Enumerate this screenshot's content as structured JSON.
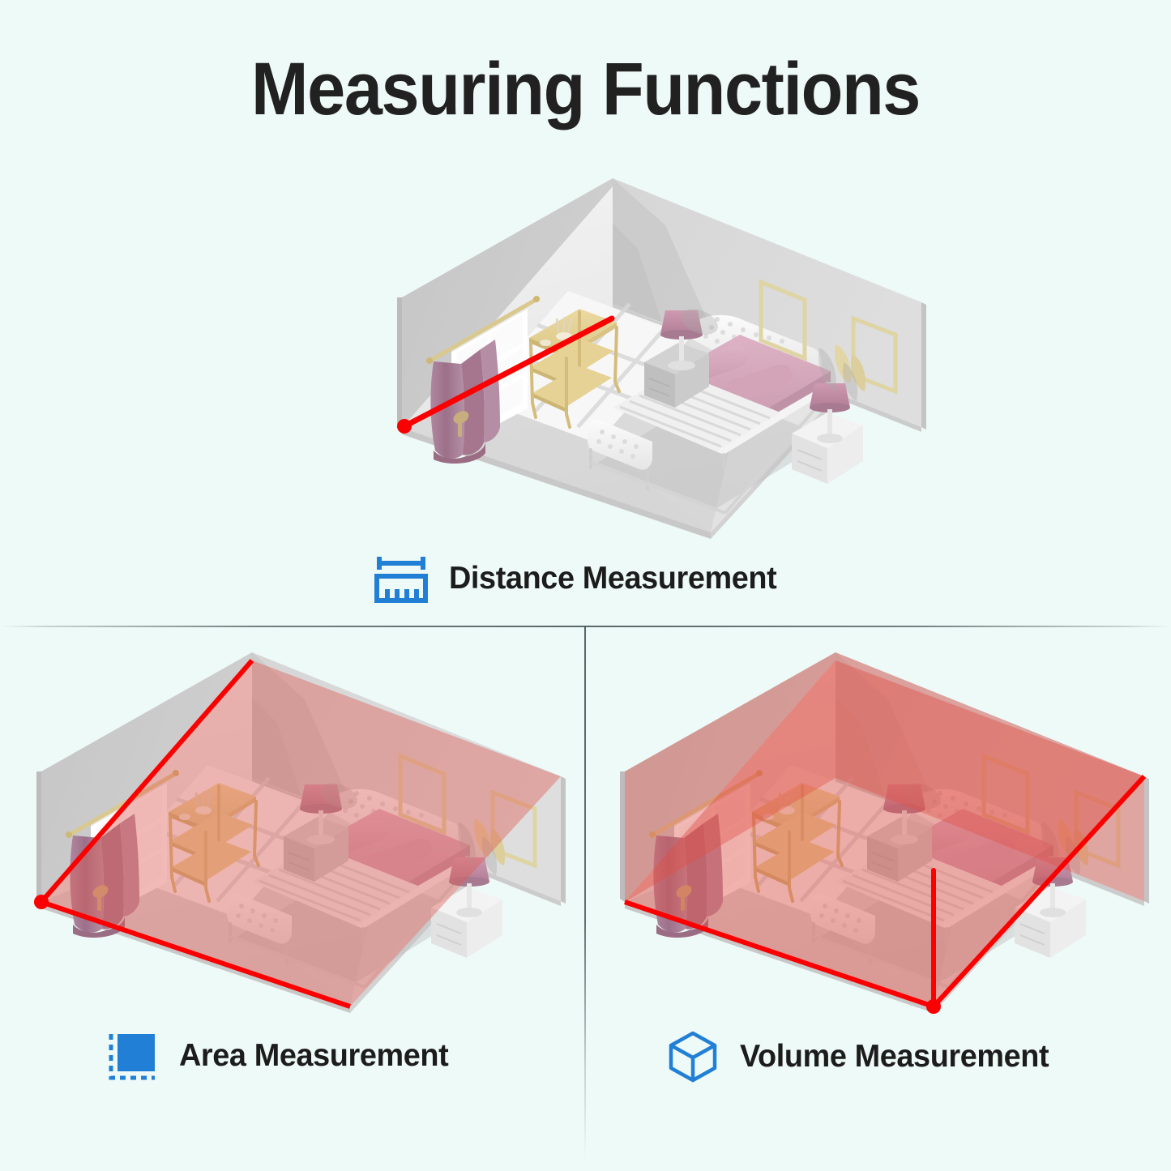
{
  "page": {
    "title": "Measuring Functions",
    "background_color": "#eefaf7",
    "accent_blue": "#2180d6",
    "laser_red": "#fa0000",
    "title_color": "#212121"
  },
  "panels": [
    {
      "id": "distance",
      "caption": "Distance Measurement",
      "icon_name": "ruler-icon",
      "icon_color": "#2180d6",
      "overlay": "none",
      "measure_line": "diagonal-floor-line",
      "marker_color": "#fa0000"
    },
    {
      "id": "area",
      "caption": "Area Measurement",
      "icon_name": "dashed-square-icon",
      "icon_color": "#2180d6",
      "overlay": "floor-tint",
      "overlay_color": "#e8837d",
      "measure_line": "floor-outline",
      "marker_color": "#fa0000"
    },
    {
      "id": "volume",
      "caption": "Volume Measurement",
      "icon_name": "cube-icon",
      "icon_color": "#2180d6",
      "overlay": "room-tint",
      "overlay_color": "#e8736d",
      "measure_line": "floor-outline-plus-height",
      "marker_color": "#fa0000"
    }
  ],
  "room": {
    "name": "isometric-bedroom",
    "objects": [
      "window",
      "curtain",
      "curtain-rod",
      "console-table",
      "bed",
      "headboard",
      "pillows",
      "blanket",
      "nightstand-left",
      "nightstand-right",
      "table-lamp-left",
      "table-lamp-right",
      "wall-frame-left",
      "wall-frame-right",
      "sunlight-patch"
    ],
    "palette": {
      "floor": "#ededed",
      "wall_left": "#c9c9c9",
      "wall_right": "#d8d8d8",
      "wood": "#e3cf92",
      "curtain": "#a9788f",
      "pillow": "#d7a9bd",
      "lampshade": "#c389a4",
      "gold": "#ddd0a0"
    }
  }
}
